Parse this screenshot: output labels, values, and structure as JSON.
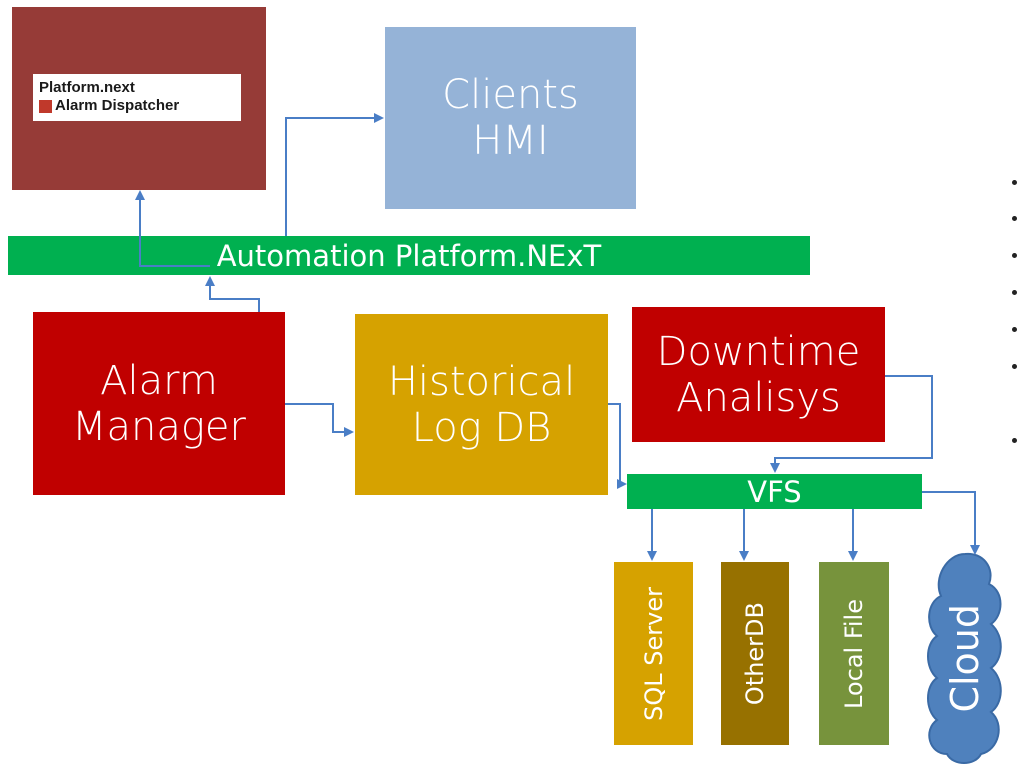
{
  "alarm_dispatcher": {
    "logo_line1": "Platform.next",
    "logo_line2": "Alarm Dispatcher"
  },
  "clients_hmi": {
    "line1": "Clients",
    "line2": "HMI"
  },
  "automation_bar": {
    "label": "Automation Platform.NExT"
  },
  "alarm_manager": {
    "line1": "Alarm",
    "line2": "Manager"
  },
  "historical_log": {
    "line1": "Historical",
    "line2": "Log DB"
  },
  "downtime": {
    "line1": "Downtime",
    "line2": "Analisys"
  },
  "vfs_bar": {
    "label": "VFS"
  },
  "storages": {
    "sql_server": "SQL Server",
    "other_db": "OtherDB",
    "local_file": "Local File",
    "cloud": "Cloud"
  },
  "colors": {
    "dark_red": "#963b37",
    "red": "#c00000",
    "light_blue": "#95b3d7",
    "green": "#00b050",
    "gold": "#d6a200",
    "brown": "#977100",
    "olive": "#77933c",
    "cloud_blue": "#4f81bd",
    "connector": "#4a7ec6"
  }
}
